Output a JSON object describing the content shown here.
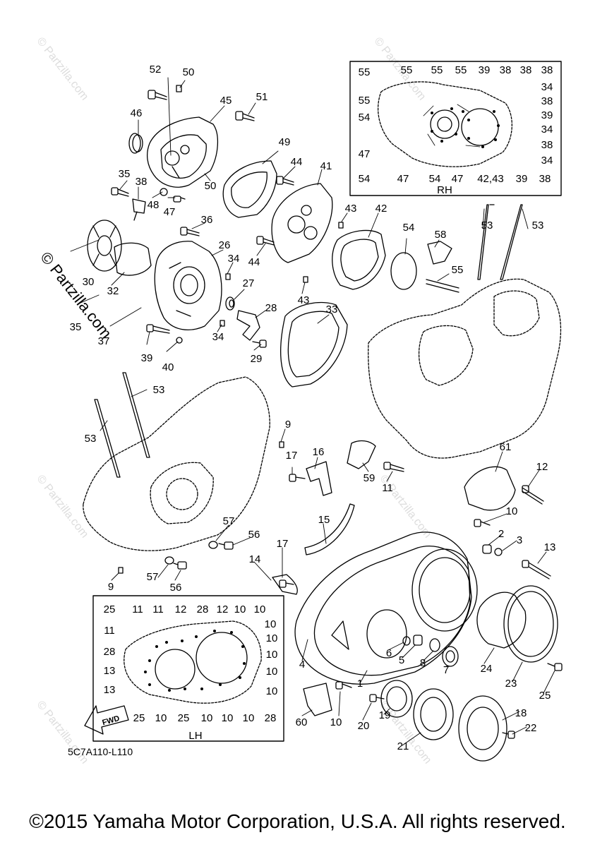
{
  "watermark": "© Partzilla.com",
  "faint_watermarks": [
    "© Partzilla.com",
    "© Partzilla.com",
    "© Partzilla.com",
    "© Partzilla.com",
    "© Partzilla.com",
    "© Partzilla.com",
    "© Partzilla.com",
    "© Partzilla.com",
    "© Partzilla.com",
    "© Partzilla.com"
  ],
  "diagram_code": "5C7A110-L110",
  "copyright": "©2015 Yamaha Motor Corporation, U.S.A. All rights reserved.",
  "inset_rh": {
    "label": "RH",
    "callouts": [
      "55",
      "55",
      "55",
      "55",
      "39",
      "38",
      "38",
      "38",
      "55",
      "34",
      "54",
      "38",
      "39",
      "34",
      "47",
      "38",
      "34",
      "54",
      "47",
      "54",
      "47",
      "42,43",
      "39",
      "38"
    ]
  },
  "inset_lh": {
    "label": "LH",
    "fwd_label": "FWD",
    "callouts": [
      "25",
      "11",
      "11",
      "12",
      "28",
      "12",
      "10",
      "10",
      "11",
      "10",
      "28",
      "10",
      "13",
      "10",
      "13",
      "10",
      "10",
      "25",
      "10",
      "25",
      "10",
      "10",
      "10",
      "28"
    ]
  },
  "callouts": [
    "52",
    "50",
    "45",
    "51",
    "46",
    "49",
    "44",
    "41",
    "35",
    "38",
    "48",
    "47",
    "50",
    "43",
    "42",
    "36",
    "26",
    "34",
    "44",
    "30",
    "32",
    "27",
    "28",
    "43",
    "33",
    "54",
    "58",
    "53",
    "53",
    "55",
    "35",
    "37",
    "39",
    "40",
    "34",
    "29",
    "53",
    "53",
    "9",
    "16",
    "17",
    "61",
    "12",
    "59",
    "11",
    "10",
    "2",
    "3",
    "13",
    "57",
    "56",
    "15",
    "17",
    "14",
    "9",
    "57",
    "56",
    "4",
    "6",
    "5",
    "8",
    "7",
    "24",
    "23",
    "25",
    "1",
    "18",
    "22",
    "60",
    "10",
    "20",
    "19",
    "21"
  ]
}
